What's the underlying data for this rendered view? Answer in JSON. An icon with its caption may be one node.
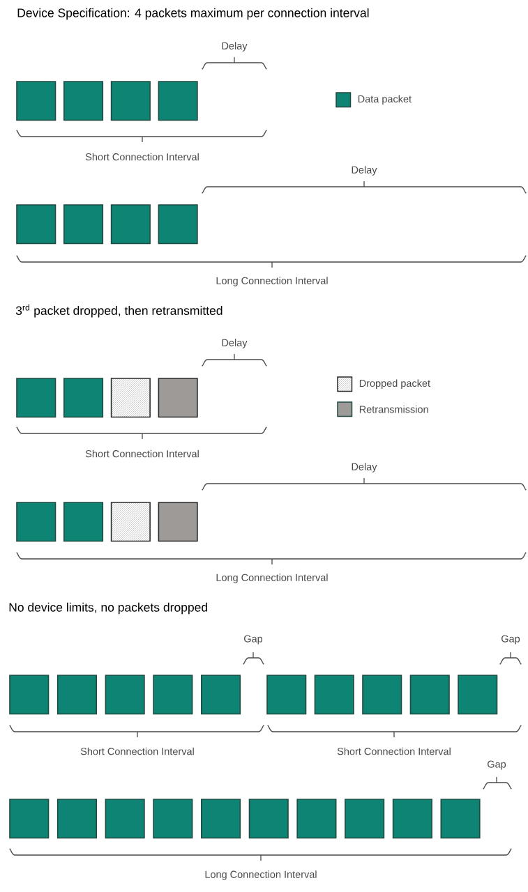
{
  "diagram": {
    "labels": [
      "Device Specification: 4 packets maximum per connection interval",
      "Delay",
      "Short Connection Interval",
      "Delay",
      "Long Connection Interval",
      "3$^{rd}$ packet dropped, then retransmitted",
      "Delay",
      "Short Connection Interval",
      "Delay",
      "Long Connection Interval",
      "No device limits, no packets dropped",
      "Gap",
      "Gap",
      "Short Connection Interval",
      "Short Connection Interval",
      "Gap",
      "Long Connection Interval"
    ],
    "legend": [
      {
        "text": "Data packet",
        "color": "#0e8474"
      },
      {
        "text": "Dropped packet"
      },
      {
        "text": "Retransmission",
        "color": "#9e9a98"
      }
    ]
  }
}
